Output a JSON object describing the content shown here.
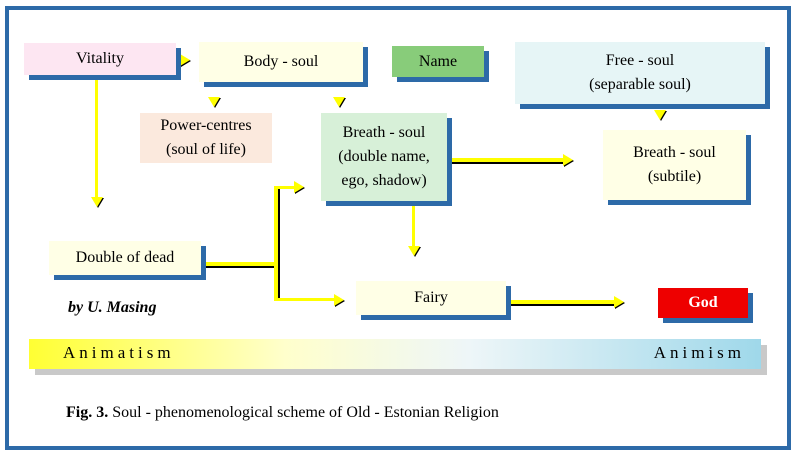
{
  "boxes": {
    "vitality": "Vitality",
    "body_soul": "Body - soul",
    "name": "Name",
    "free_soul_line1": "Free - soul",
    "free_soul_line2": "(separable soul)",
    "power_centres_line1": "Power-centres",
    "power_centres_line2": "(soul of life)",
    "breath_soul_line1": "Breath - soul",
    "breath_soul_line2": "(double name,",
    "breath_soul_line3": "ego, shadow)",
    "breath_subtile_line1": "Breath - soul",
    "breath_subtile_line2": "(subtile)",
    "double_of_dead": "Double of dead",
    "fairy": "Fairy",
    "god": "God"
  },
  "author": "by U. Masing",
  "scale": {
    "left": "Animatism",
    "right": "Animism"
  },
  "caption": {
    "label": "Fig. 3.",
    "text": " Soul - phenomenological scheme of Old - Estonian Religion"
  },
  "colors": {
    "frame": "#2d6aa8",
    "connector": "#ffff00",
    "vitality_fill": "#fde6f2",
    "name_fill": "#88cc7a",
    "free_soul_fill": "#e6f5f6",
    "power_fill": "#fbe9dd",
    "breath_fill": "#d7f0d8",
    "pale_fill": "#ffffe6",
    "god_fill": "#ee0000"
  }
}
